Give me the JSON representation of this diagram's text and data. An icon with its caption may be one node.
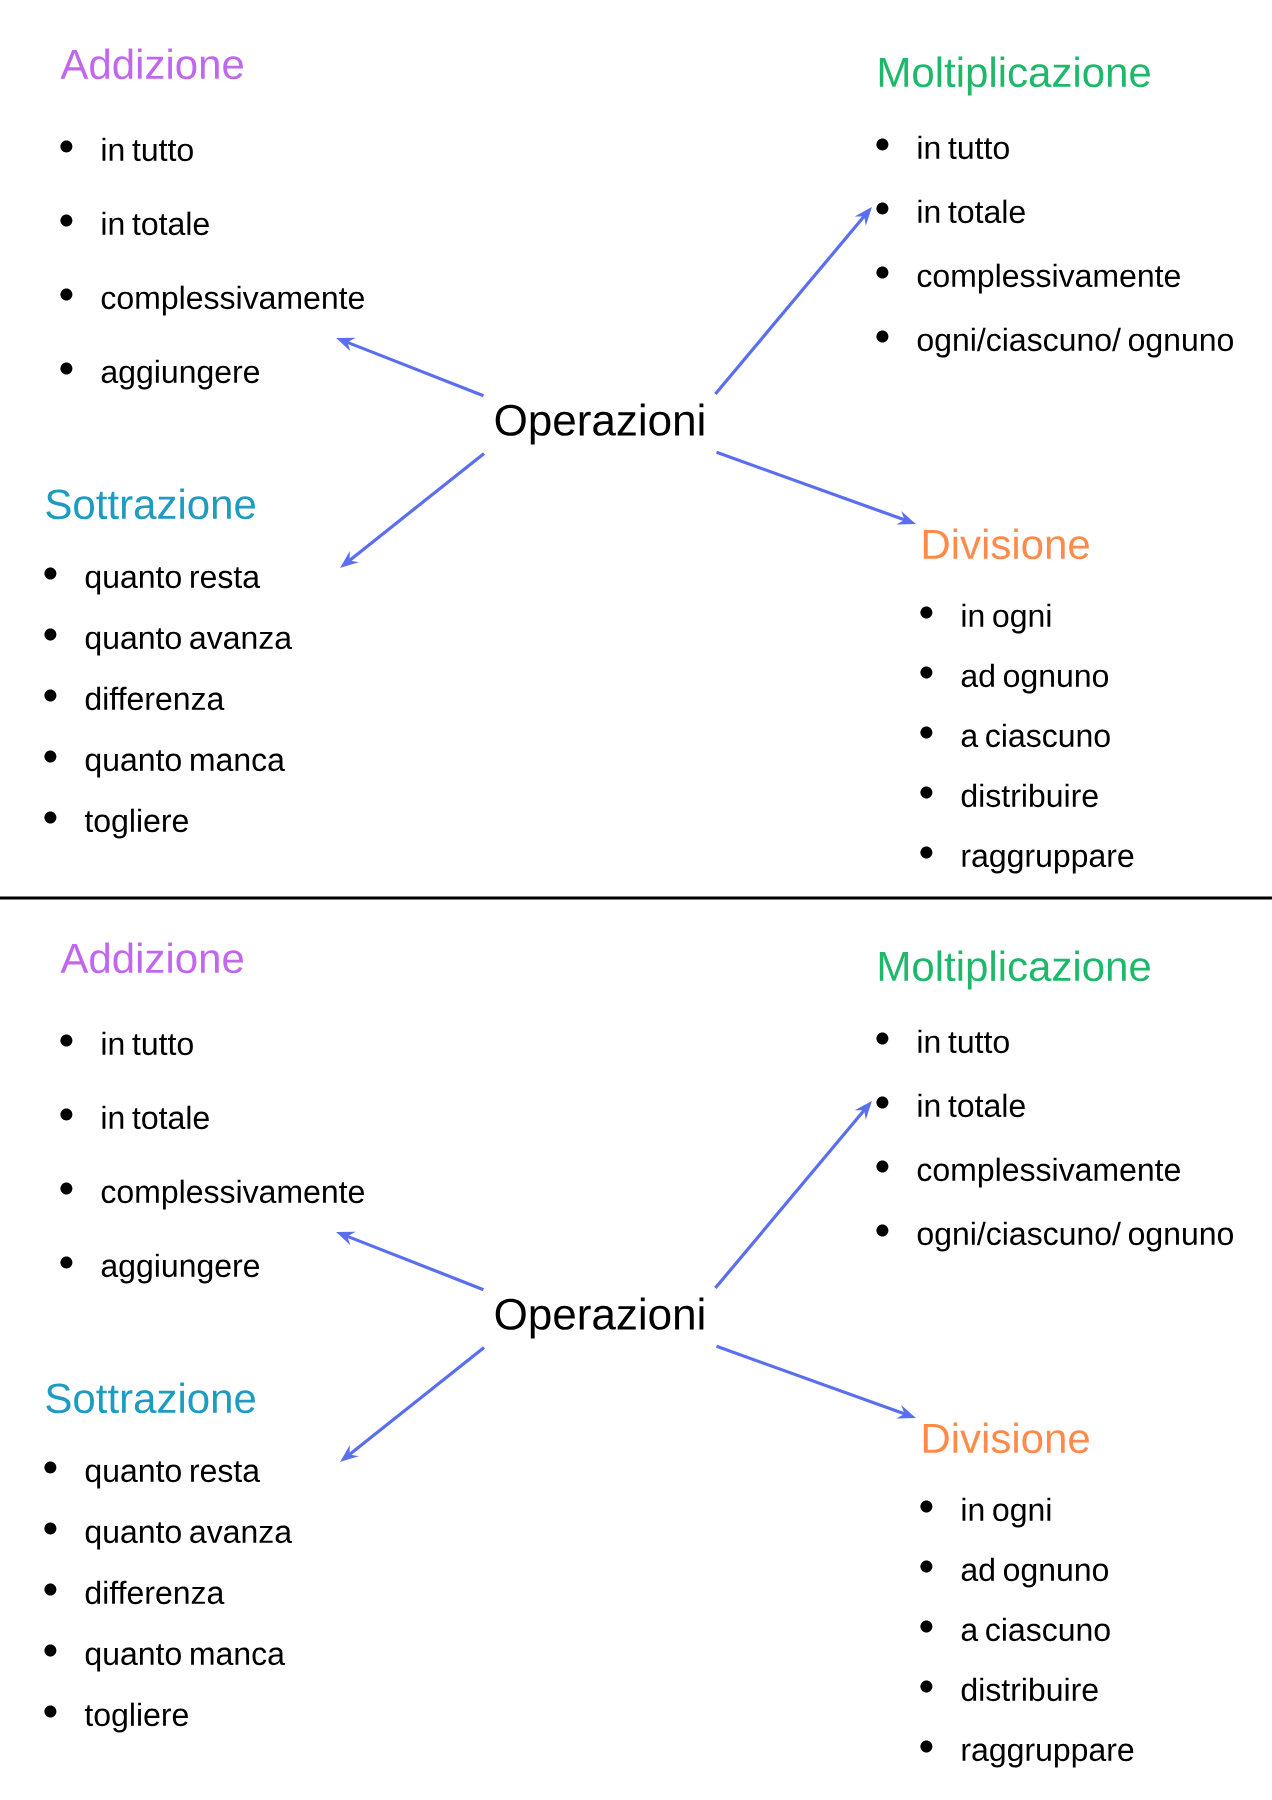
{
  "diagram": {
    "nodes": [
      {
        "text": [
          "Addizione",
          "in tutto",
          "in totale",
          "complessivamente",
          "aggiungere"
        ]
      },
      {
        "text": [
          "Moltiplicazione",
          "in tutto",
          "in totale",
          "complessivamente",
          "ogni/ciascuno/ ognuno"
        ]
      },
      {
        "text": [
          "Operazioni"
        ]
      },
      {
        "text": [
          "Sottrazione",
          "quanto resta",
          "quanto avanza",
          "differenza",
          "quanto manca",
          "togliere"
        ]
      },
      {
        "text": [
          "Divisione",
          "in ogni",
          "ad ognuno",
          "a ciascuno",
          "distribuire",
          "raggruppare"
        ]
      },
      {
        "text": [
          "Addizione",
          "in tutto",
          "in totale",
          "complessivamente",
          "aggiungere"
        ]
      },
      {
        "text": [
          "Moltiplicazione",
          "in tutto",
          "in totale",
          "complessivamente",
          "ogni/ciascuno/ ognuno"
        ]
      },
      {
        "text": [
          "Operazioni"
        ]
      },
      {
        "text": [
          "Sottrazione",
          "quanto resta",
          "quanto avanza",
          "differenza",
          "quanto manca",
          "togliere"
        ]
      },
      {
        "text": [
          "Divisione",
          "in ogni",
          "ad ognuno",
          "a ciascuno",
          "distribuire",
          "raggruppare"
        ]
      }
    ],
    "edges": [
      {
        "from": 2,
        "to": 0,
        "arrow": "to"
      },
      {
        "from": 2,
        "to": 1,
        "arrow": "to"
      },
      {
        "from": 2,
        "to": 3,
        "arrow": "to"
      },
      {
        "from": 2,
        "to": 4,
        "arrow": "to"
      },
      {
        "from": 7,
        "to": 5,
        "arrow": "to"
      },
      {
        "from": 7,
        "to": 6,
        "arrow": "to"
      },
      {
        "from": 7,
        "to": 8,
        "arrow": "to"
      },
      {
        "from": 7,
        "to": 9,
        "arrow": "to"
      }
    ]
  }
}
